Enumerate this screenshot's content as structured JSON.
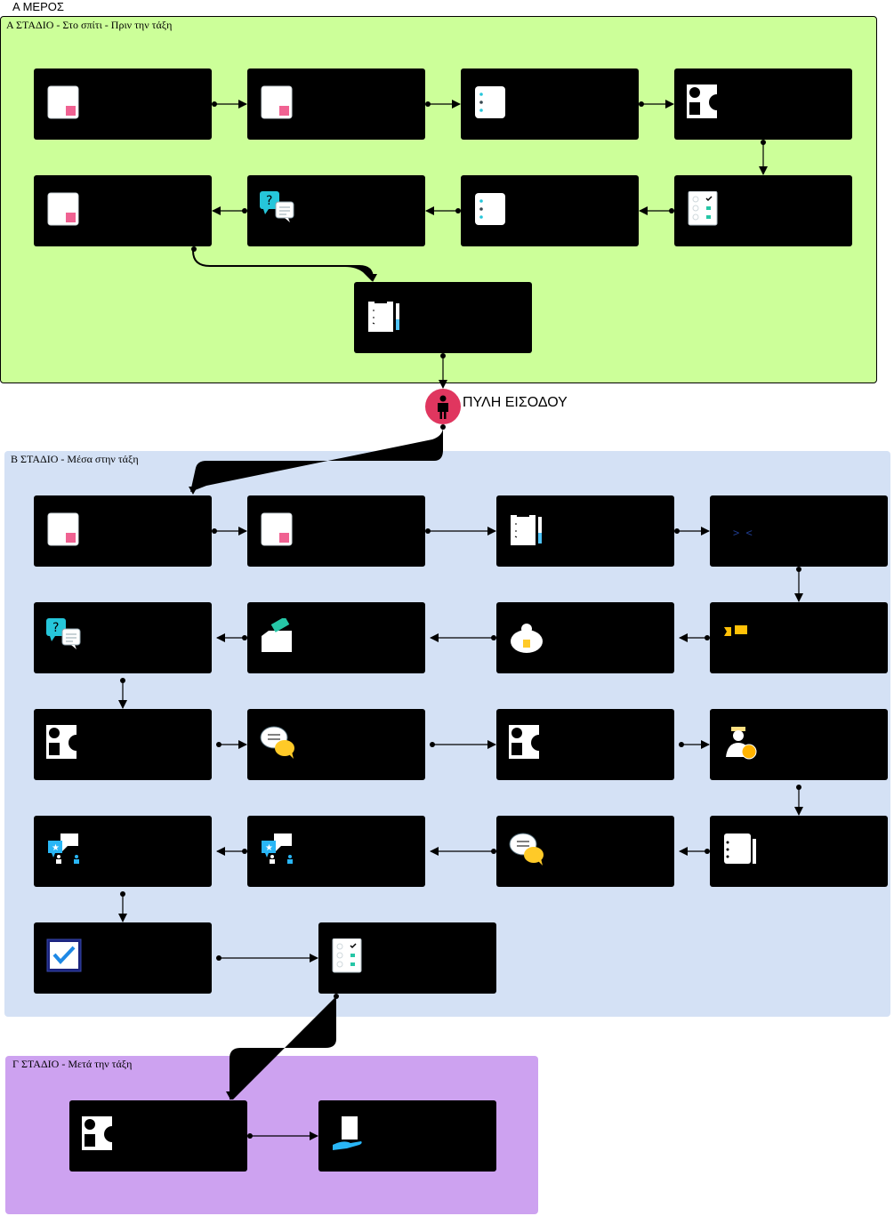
{
  "part": {
    "title": "Α ΜΕΡΟΣ"
  },
  "stages": {
    "a": {
      "label": "Α ΣΤΑΔΙΟ - Στο σπίτι - Πριν την τάξη",
      "color": "#ccff99"
    },
    "b": {
      "label": "Β ΣΤΑΔΙΟ - Μέσα στην τάξη",
      "color": "#d4e1f5"
    },
    "c": {
      "label": "Γ ΣΤΑΔΙΟ - Μετά την τάξη",
      "color": "#cda2f0"
    }
  },
  "gate": {
    "label": "ΠΥΛΗ ΕΙΣΟΔΟΥ",
    "color": "#e0365f"
  },
  "nodes": {
    "a1": {
      "icon": "document-icon"
    },
    "a2": {
      "icon": "document-icon"
    },
    "a3": {
      "icon": "list-icon"
    },
    "a4": {
      "icon": "shapes-icon"
    },
    "a5": {
      "icon": "checklist-icon"
    },
    "a6": {
      "icon": "list-icon"
    },
    "a7": {
      "icon": "question-chat-icon"
    },
    "a8": {
      "icon": "document-icon"
    },
    "a9": {
      "icon": "clipboard-icon"
    },
    "b1": {
      "icon": "document-icon"
    },
    "b2": {
      "icon": "document-icon"
    },
    "b3": {
      "icon": "clipboard-icon"
    },
    "b4": {
      "icon": "code-icon"
    },
    "b5": {
      "icon": "ticket-icon"
    },
    "b6": {
      "icon": "piggy-bank-icon"
    },
    "b7": {
      "icon": "ballot-box-icon"
    },
    "b8": {
      "icon": "question-chat-icon"
    },
    "b9": {
      "icon": "shapes-icon"
    },
    "b10": {
      "icon": "speech-bubbles-icon"
    },
    "b11": {
      "icon": "shapes-icon"
    },
    "b12": {
      "icon": "teacher-coin-icon"
    },
    "b13": {
      "icon": "notebook-icon"
    },
    "b14": {
      "icon": "speech-bubbles-icon"
    },
    "b15": {
      "icon": "presentation-icon"
    },
    "b16": {
      "icon": "presentation-icon"
    },
    "b17": {
      "icon": "certificate-check-icon"
    },
    "b18": {
      "icon": "checklist-icon"
    },
    "c1": {
      "icon": "shapes-icon"
    },
    "c2": {
      "icon": "hand-document-icon"
    }
  }
}
